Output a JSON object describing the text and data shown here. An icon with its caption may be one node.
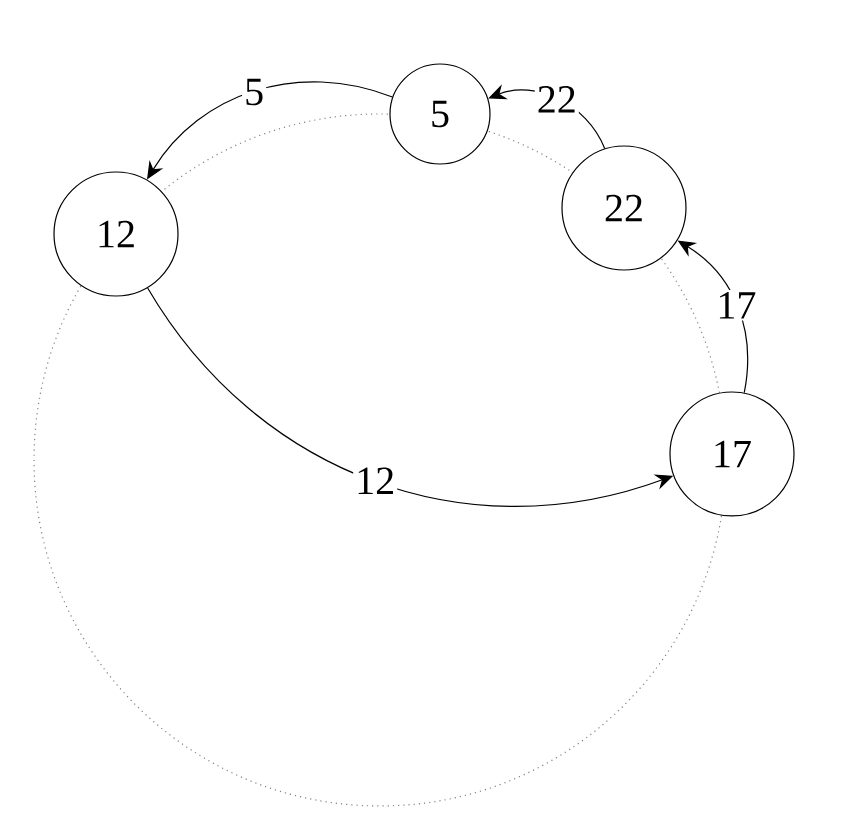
{
  "diagram": {
    "nodes": [
      {
        "text": [
          "12"
        ]
      },
      {
        "text": [
          "5"
        ]
      },
      {
        "text": [
          "22"
        ]
      },
      {
        "text": [
          "17"
        ]
      }
    ],
    "edges": [
      {
        "from": 1,
        "to": 0,
        "arrow": "to",
        "label": "5"
      },
      {
        "from": 2,
        "to": 1,
        "arrow": "to",
        "label": "22"
      },
      {
        "from": 3,
        "to": 2,
        "arrow": "to",
        "label": "17"
      },
      {
        "from": 0,
        "to": 3,
        "arrow": "to",
        "label": "12"
      }
    ]
  }
}
